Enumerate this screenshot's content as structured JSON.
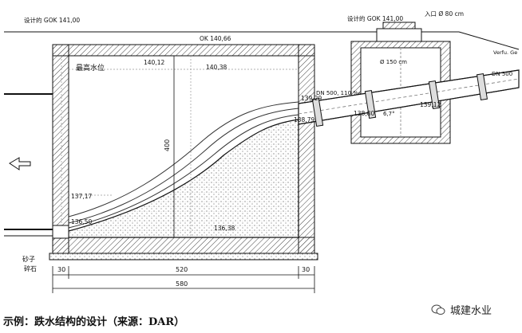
{
  "labels": {
    "gok_left": "设计的 GOK 141,00",
    "gok_right": "设计的 GOK 141,00",
    "inlet": "入口 Ø 80 cm",
    "ok": "OK 140,66",
    "max_water": "最高水位",
    "lvl_140_12": "140,12",
    "lvl_140_38": "140,38",
    "lvl_139_29": "139,29",
    "lvl_138_79": "138,79",
    "lvl_138_80": "138,80",
    "lvl_139_12": "139,12",
    "lvl_137_17": "137,17",
    "lvl_136_50": "136,50",
    "lvl_136_38": "136,38",
    "pipe_shaft": "DN 500, 110 ‰",
    "pipe_right": "DN 500",
    "shaft_dia": "Ø 150 cm",
    "pipe_slope": "6,7°",
    "height_400": "400",
    "sand": "砂子",
    "gravel": "碎石",
    "soil": "Verfu. Ge",
    "dim_30a": "30",
    "dim_520": "520",
    "dim_30b": "30",
    "dim_580": "580"
  },
  "caption": "示例：跌水结构的设计（来源：DAR）",
  "watermark": "城建水业",
  "colors": {
    "line": "#111111",
    "hatch": "#555555",
    "grid": "#9a9a9a"
  }
}
